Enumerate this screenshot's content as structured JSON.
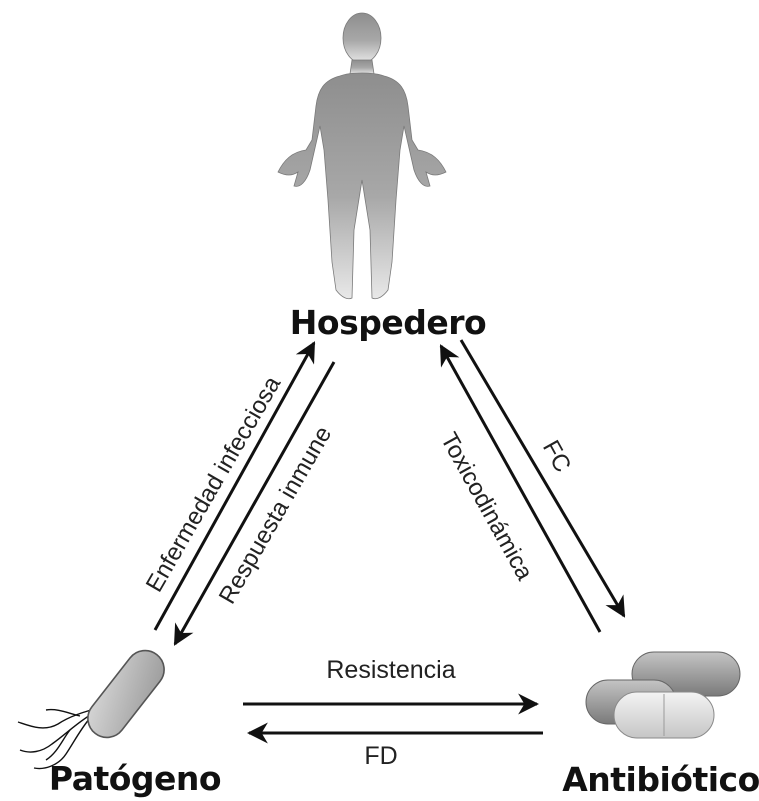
{
  "nodes": {
    "host": "Hospedero",
    "pathogen": "Patógeno",
    "antibiotic": "Antibiótico"
  },
  "edges": {
    "pathogen_to_host": "Enfermedad infecciosa",
    "host_to_pathogen": "Respuesta inmune",
    "antibiotic_to_host": "Toxicodinámica",
    "host_to_antibiotic": "FC",
    "pathogen_to_antibiotic": "Resistencia",
    "antibiotic_to_pathogen": "FD"
  },
  "colors": {
    "text": "#111111",
    "arrow": "#111111",
    "figure_light": "#c9c9c9",
    "figure_dark": "#8f8f8f"
  }
}
